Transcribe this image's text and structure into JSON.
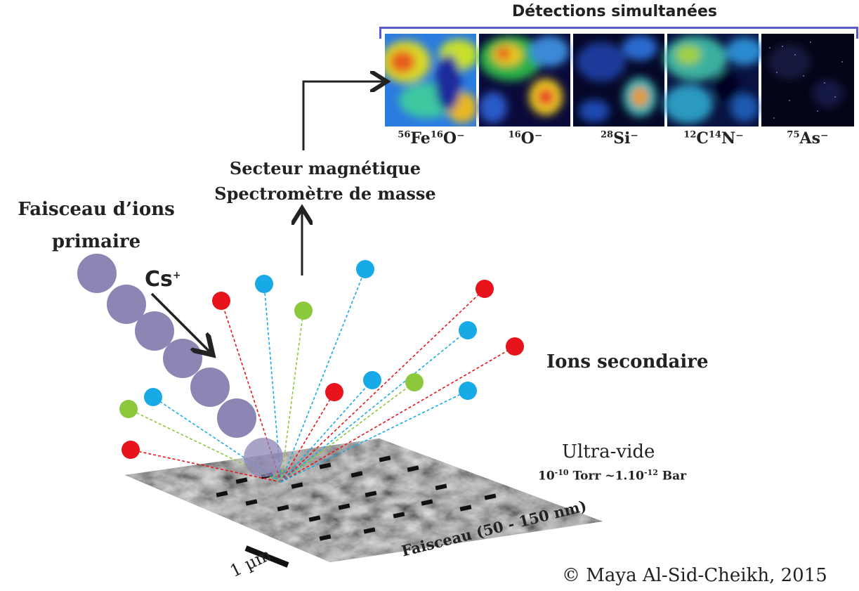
{
  "detections": {
    "title": "Détections simultanées",
    "maps": [
      {
        "label_sup1": "56",
        "label_el1": "Fe",
        "label_sup2": "16",
        "label_el2": "O⁻"
      },
      {
        "label_sup1": "16",
        "label_el1": "O⁻",
        "label_sup2": "",
        "label_el2": ""
      },
      {
        "label_sup1": "28",
        "label_el1": "Si⁻",
        "label_sup2": "",
        "label_el2": ""
      },
      {
        "label_sup1": "12",
        "label_el1": "C",
        "label_sup2": "14",
        "label_el2": "N⁻"
      },
      {
        "label_sup1": "75",
        "label_el1": "As⁻",
        "label_sup2": "",
        "label_el2": ""
      }
    ]
  },
  "analyzer": {
    "line1": "Secteur magnétique",
    "line2": "Spectromètre de masse"
  },
  "primary_beam": {
    "line1": "Faisceau d’ions",
    "line2": "primaire",
    "ion": "Cs",
    "ion_charge": "+"
  },
  "secondary_ions": {
    "label": "Ions secondaire"
  },
  "vacuum": {
    "title": "Ultra-vide",
    "p1": "10",
    "p1_exp": "-10",
    "p2": " Torr ~1.10",
    "p2_exp": "-12",
    "p3": " Bar"
  },
  "sample": {
    "scale_bar": "1 µm",
    "beam_size": "Faisceau (50 - 150 nm)"
  },
  "copyright": "© Maya Al-Sid-Cheikh, 2015",
  "colors": {
    "bracket": "#5a5ad0",
    "primary_ion": "#8c86b4",
    "ion_red": "#e8141c",
    "ion_blue": "#18aae6",
    "ion_green": "#8cc83c"
  }
}
